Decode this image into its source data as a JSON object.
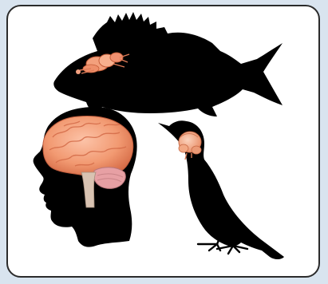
{
  "figure": {
    "subjects": [
      "fish",
      "human",
      "bird"
    ],
    "colors": {
      "background": "#d9e4ef",
      "card": "#ffffff",
      "border": "#2b2b2b",
      "silhouette": "#000000",
      "brain_light": "#fbb69a",
      "brain_mid": "#f08a63",
      "brain_dark": "#c65a3a",
      "cerebellum": "#e7a0a4",
      "brainstem": "#d9c3b2"
    }
  }
}
